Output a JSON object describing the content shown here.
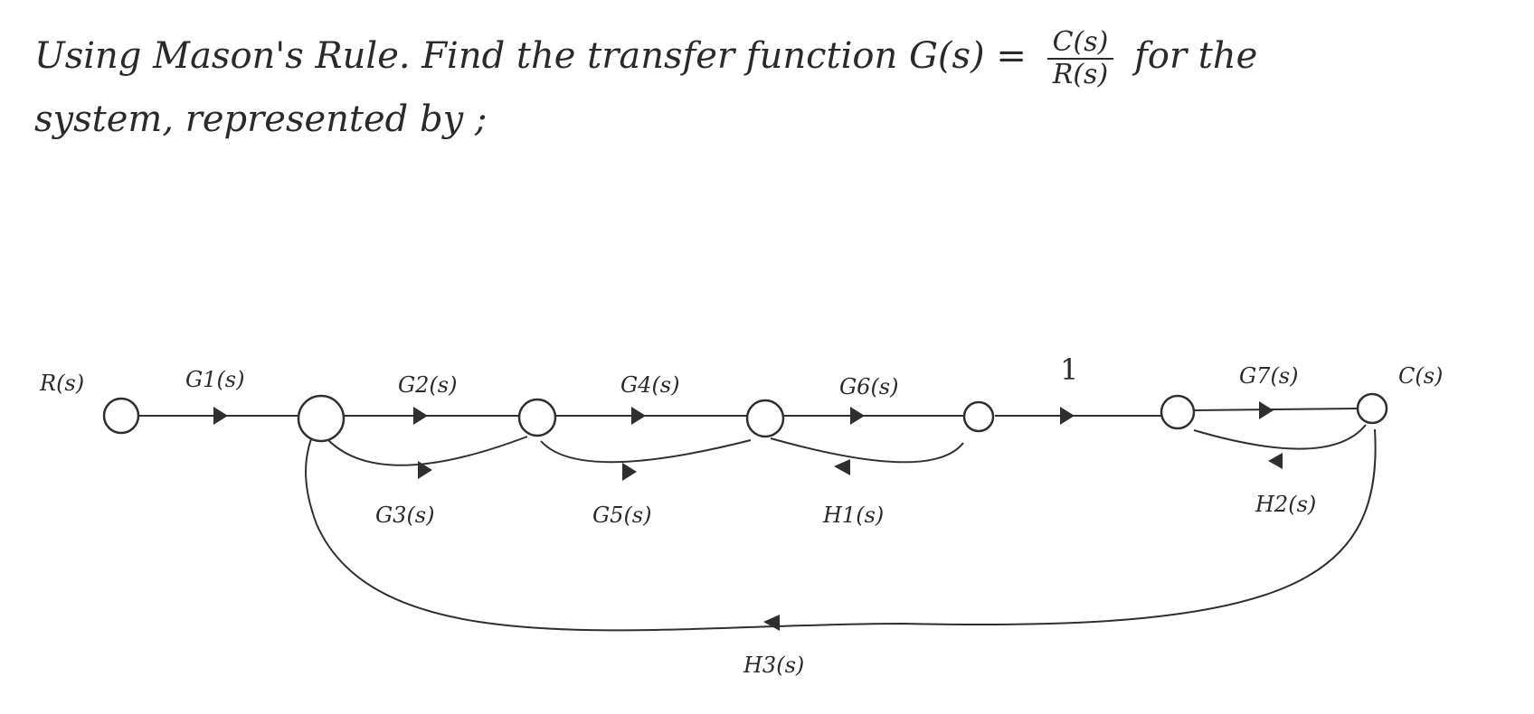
{
  "prompt": {
    "line1_a": "Using Mason's Rule. Find the transfer function G(s) =",
    "num": "C(s)",
    "den": "R(s)",
    "line1_b": "for the",
    "line2": "system, represented by ;"
  },
  "graph": {
    "nodes": [
      {
        "id": "r",
        "label": "R(s)"
      },
      {
        "id": "n2",
        "label": ""
      },
      {
        "id": "n3",
        "label": ""
      },
      {
        "id": "n4",
        "label": ""
      },
      {
        "id": "n5",
        "label": ""
      },
      {
        "id": "n6",
        "label": ""
      },
      {
        "id": "c",
        "label": "C(s)"
      }
    ],
    "branches": [
      {
        "id": "g1",
        "from": "r",
        "to": "n2",
        "label": "G1(s)"
      },
      {
        "id": "g2",
        "from": "n2",
        "to": "n3",
        "label": "G2(s)"
      },
      {
        "id": "g3",
        "from": "n2",
        "to": "n3",
        "label": "G3(s)"
      },
      {
        "id": "g4",
        "from": "n3",
        "to": "n4",
        "label": "G4(s)"
      },
      {
        "id": "g5",
        "from": "n3",
        "to": "n4",
        "label": "G5(s)"
      },
      {
        "id": "g6",
        "from": "n4",
        "to": "n5",
        "label": "G6(s)"
      },
      {
        "id": "h1",
        "from": "n5",
        "to": "n4",
        "label": "H1(s)"
      },
      {
        "id": "unity",
        "from": "n5",
        "to": "n6",
        "label": "1"
      },
      {
        "id": "g7",
        "from": "n6",
        "to": "c",
        "label": "G7(s)"
      },
      {
        "id": "h2",
        "from": "c",
        "to": "n6",
        "label": "H2(s)"
      },
      {
        "id": "h3",
        "from": "c",
        "to": "n2",
        "label": "H3(s)"
      }
    ]
  }
}
